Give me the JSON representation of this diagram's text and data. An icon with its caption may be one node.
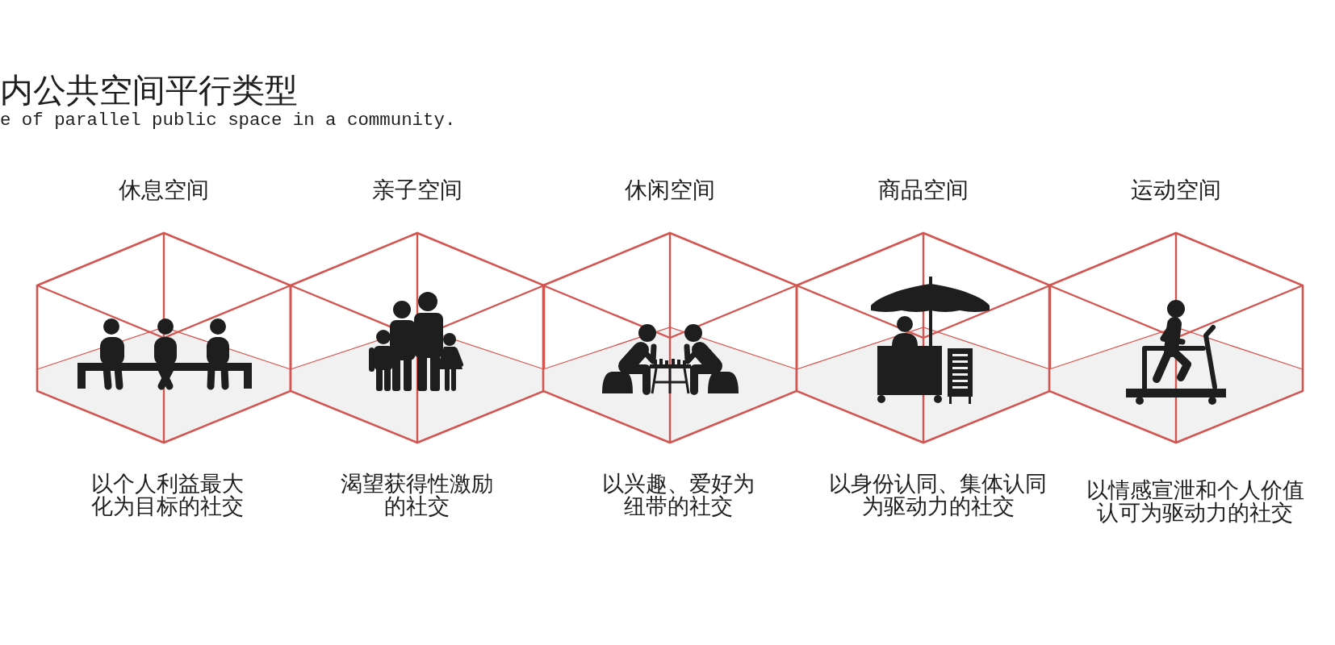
{
  "diagram": {
    "title": "内公共空间平行类型",
    "nodes": [
      {
        "text": [
          "休息空间"
        ],
        "beside": [
          "以个人利益最大化为目标的社交"
        ]
      },
      {
        "text": [
          "亲子空间"
        ],
        "beside": [
          "渴望获得性激励的社交"
        ]
      },
      {
        "text": [
          "休闲空间"
        ],
        "beside": [
          "以兴趣、爱好为纽带的社交"
        ]
      },
      {
        "text": [
          "商品空间"
        ],
        "beside": [
          "以身份认同、集体认同为驱动力的社交"
        ]
      },
      {
        "text": [
          "运动空间"
        ],
        "beside": [
          "以情感宣泄和个人价值认可为驱动力的社交"
        ]
      }
    ],
    "labels": [
      "e of parallel public space in a community."
    ]
  }
}
